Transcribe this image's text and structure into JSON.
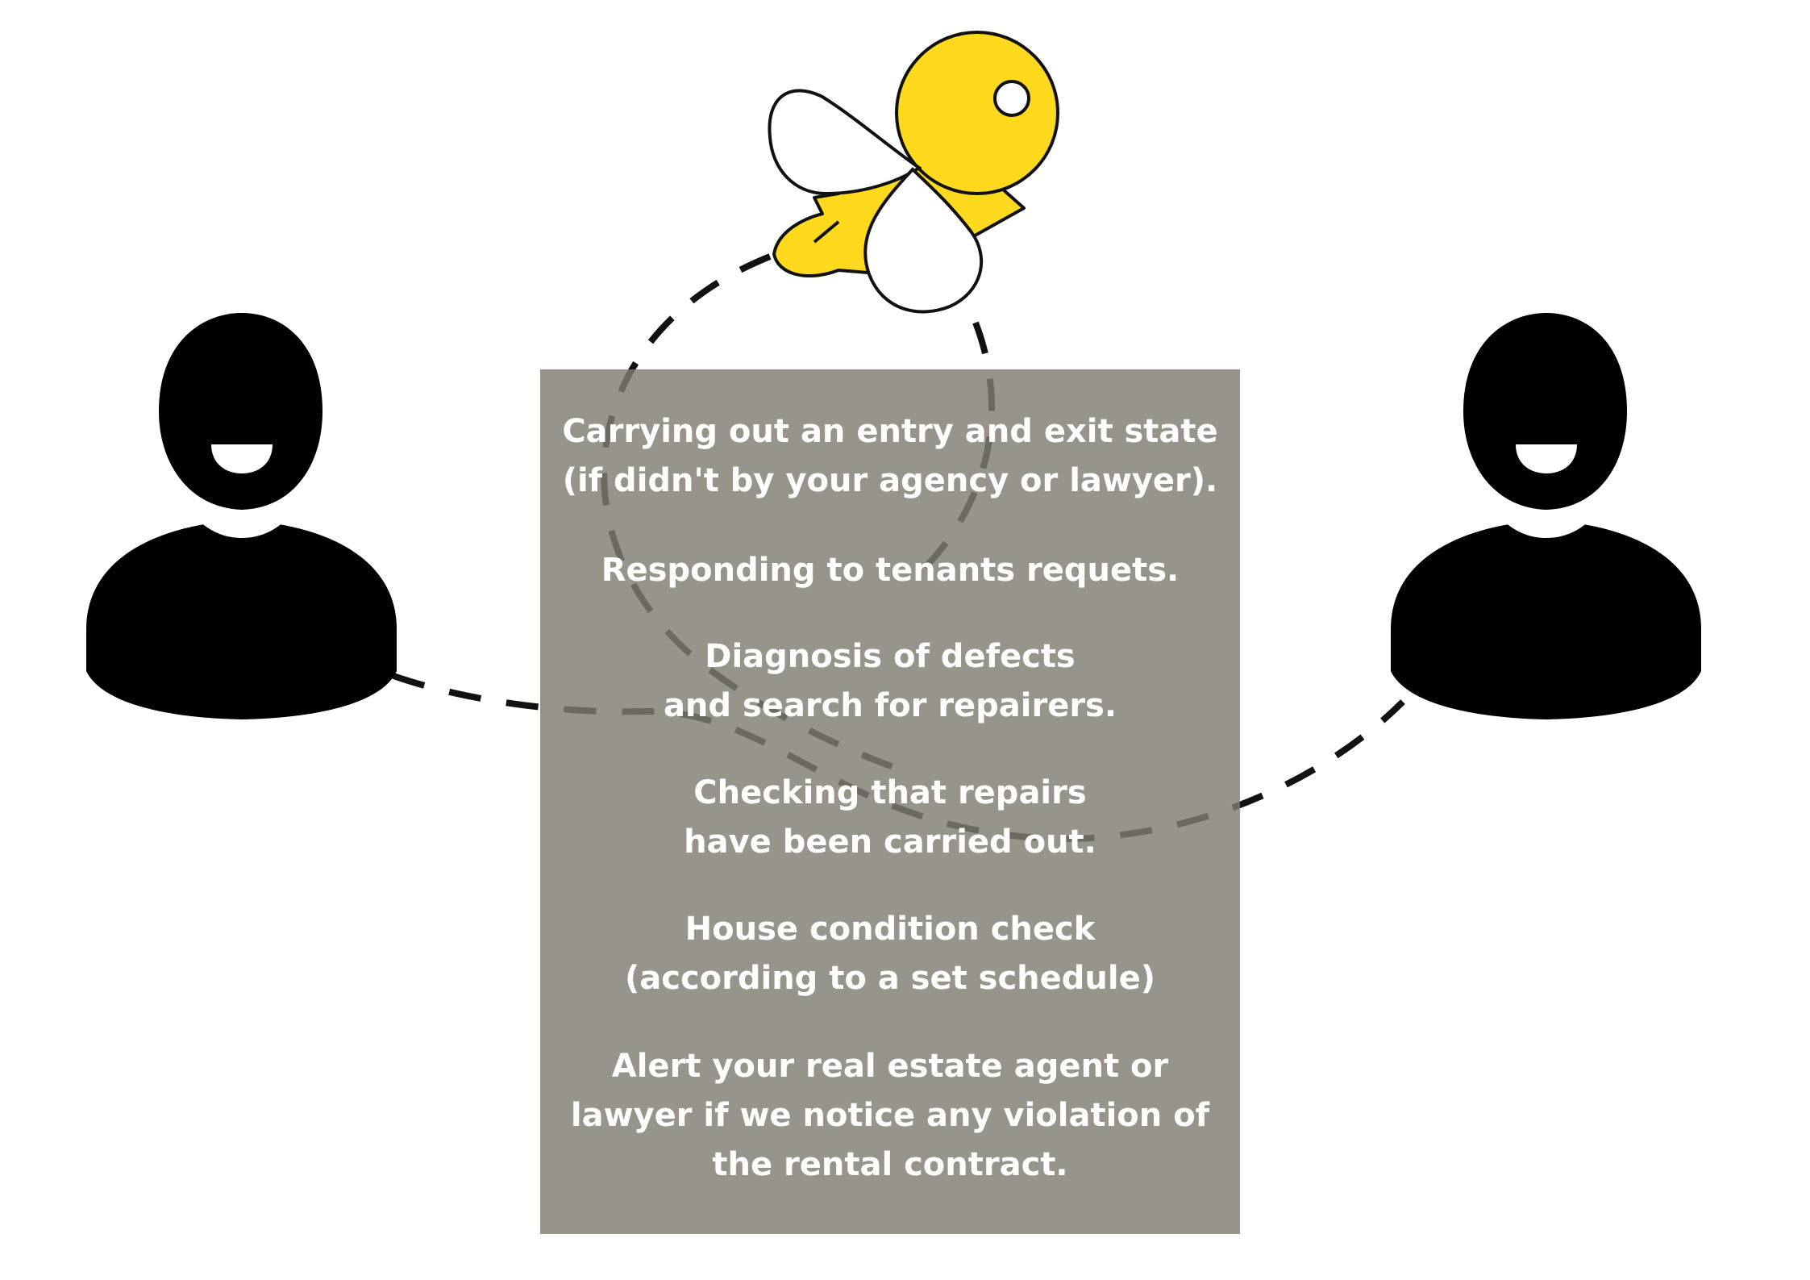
{
  "diagram": {
    "colors": {
      "key_yellow": "#FFD91D",
      "key_outline": "#111111",
      "person_fill": "#000000",
      "panel_fill": "#8B897B",
      "panel_text": "#FFFFFF",
      "dashed_path": "#111111"
    },
    "icons": {
      "left_person": "person-icon",
      "right_person": "person-icon",
      "key": "key-icon",
      "cloverleaf": "cloverleaf-key-bow"
    },
    "tasks": [
      {
        "text": "Carrying out an entry and exit state\n(if didn't by your agency or lawyer)."
      },
      {
        "text": "Responding to tenants requets."
      },
      {
        "text": "Diagnosis of defects\nand search for repairers."
      },
      {
        "text": "Checking that repairs\nhave been carried out."
      },
      {
        "text": "House condition check\n(according to a set schedule)"
      },
      {
        "text": "Alert your real estate agent or\nlawyer if we notice any violation of\nthe rental contract."
      }
    ]
  }
}
